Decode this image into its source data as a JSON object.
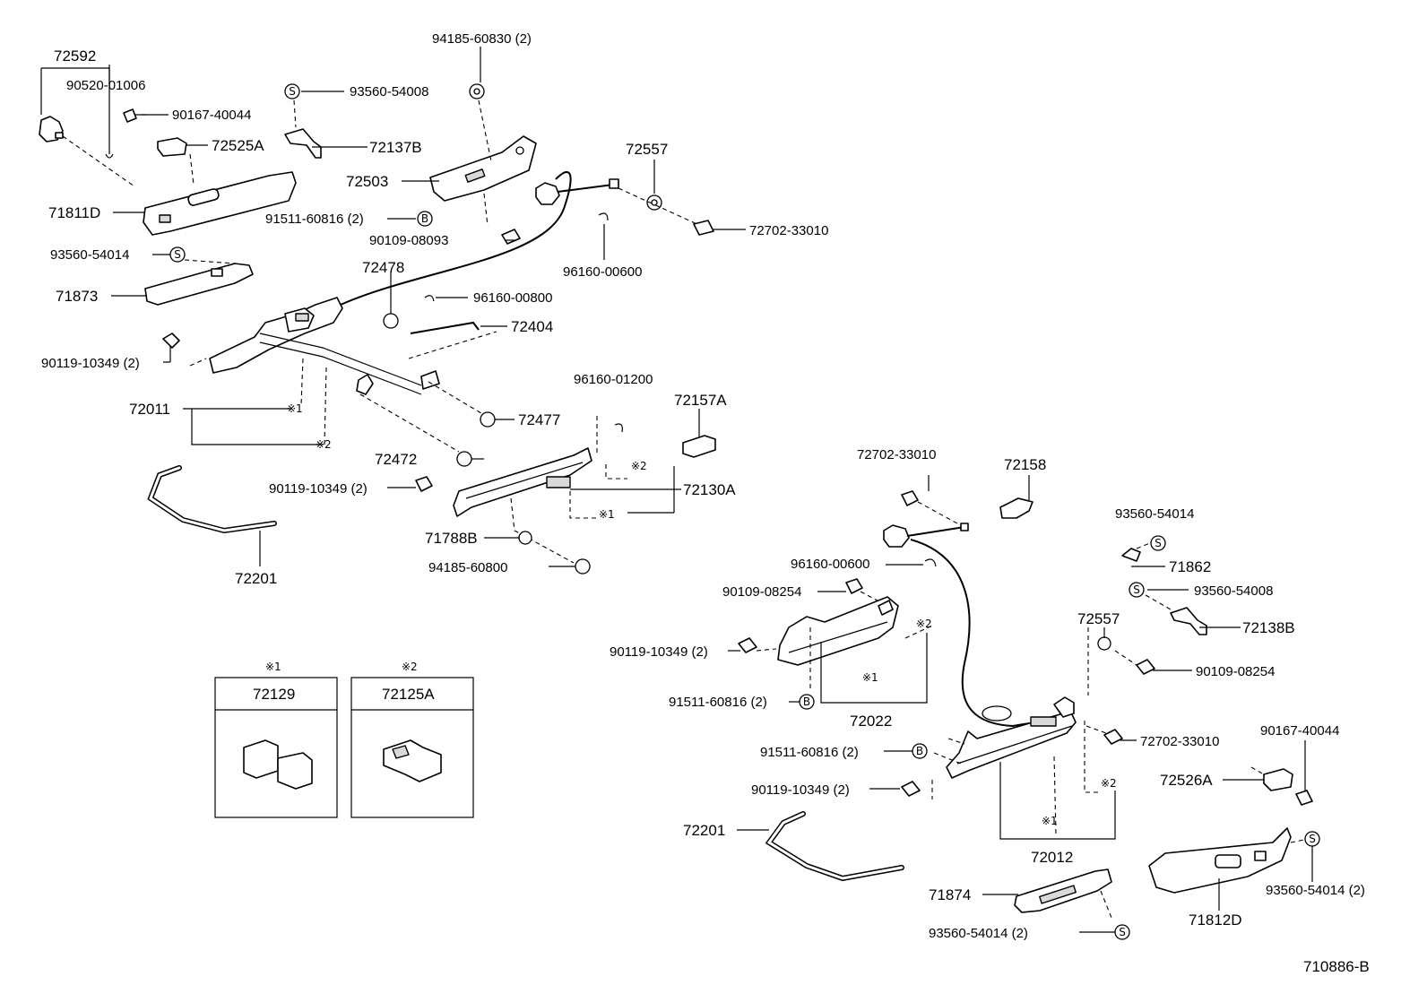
{
  "diagram": {
    "labels": {
      "p72592": "72592",
      "p90520_01006": "90520-01006",
      "p90167_40044_a": "90167-40044",
      "p72525A": "72525A",
      "p71811D": "71811D",
      "p93560_54008_a": "93560-54008",
      "p72137B": "72137B",
      "p94185_60830": "94185-60830 (2)",
      "p72503": "72503",
      "p91511_60816_a": "91511-60816 (2)",
      "p90109_08093": "90109-08093",
      "p72557_a": "72557",
      "p72702_33010_a": "72702-33010",
      "p96160_00600_a": "96160-00600",
      "p93560_54014_a": "93560-54014",
      "p71873": "71873",
      "p72478": "72478",
      "p96160_00800": "96160-00800",
      "p72404": "72404",
      "p90119_10349_a": "90119-10349 (2)",
      "p72011": "72011",
      "p96160_01200": "96160-01200",
      "p72157A": "72157A",
      "p72477": "72477",
      "p72472": "72472",
      "p90119_10349_b": "90119-10349 (2)",
      "p72130A": "72130A",
      "p71788B": "71788B",
      "p94185_60800": "94185-60800",
      "p72201_a": "72201",
      "p72702_33010_b": "72702-33010",
      "p72158": "72158",
      "p93560_54014_b": "93560-54014",
      "p71862": "71862",
      "p96160_00600_b": "96160-00600",
      "p90109_08254_a": "90109-08254",
      "p93560_54008_b": "93560-54008",
      "p72138B": "72138B",
      "p72557_b": "72557",
      "p90119_10349_c": "90119-10349 (2)",
      "p90109_08254_b": "90109-08254",
      "p91511_60816_b": "91511-60816 (2)",
      "p72022": "72022",
      "p91511_60816_c": "91511-60816 (2)",
      "p72702_33010_c": "72702-33010",
      "p90167_40044_b": "90167-40044",
      "p90119_10349_d": "90119-10349 (2)",
      "p72526A": "72526A",
      "p72201_b": "72201",
      "p72012": "72012",
      "p71874": "71874",
      "p71812D": "71812D",
      "p93560_54014_c": "93560-54014 (2)",
      "p93560_54014_d": "93560-54014 (2)",
      "diagram_id": "710886-B"
    },
    "marks": {
      "ref1": "※1",
      "ref2": "※2",
      "s": "S",
      "b": "B"
    },
    "insets": {
      "inset1": {
        "mark": "※1",
        "part": "72129"
      },
      "inset2": {
        "mark": "※2",
        "part": "72125A"
      }
    }
  }
}
